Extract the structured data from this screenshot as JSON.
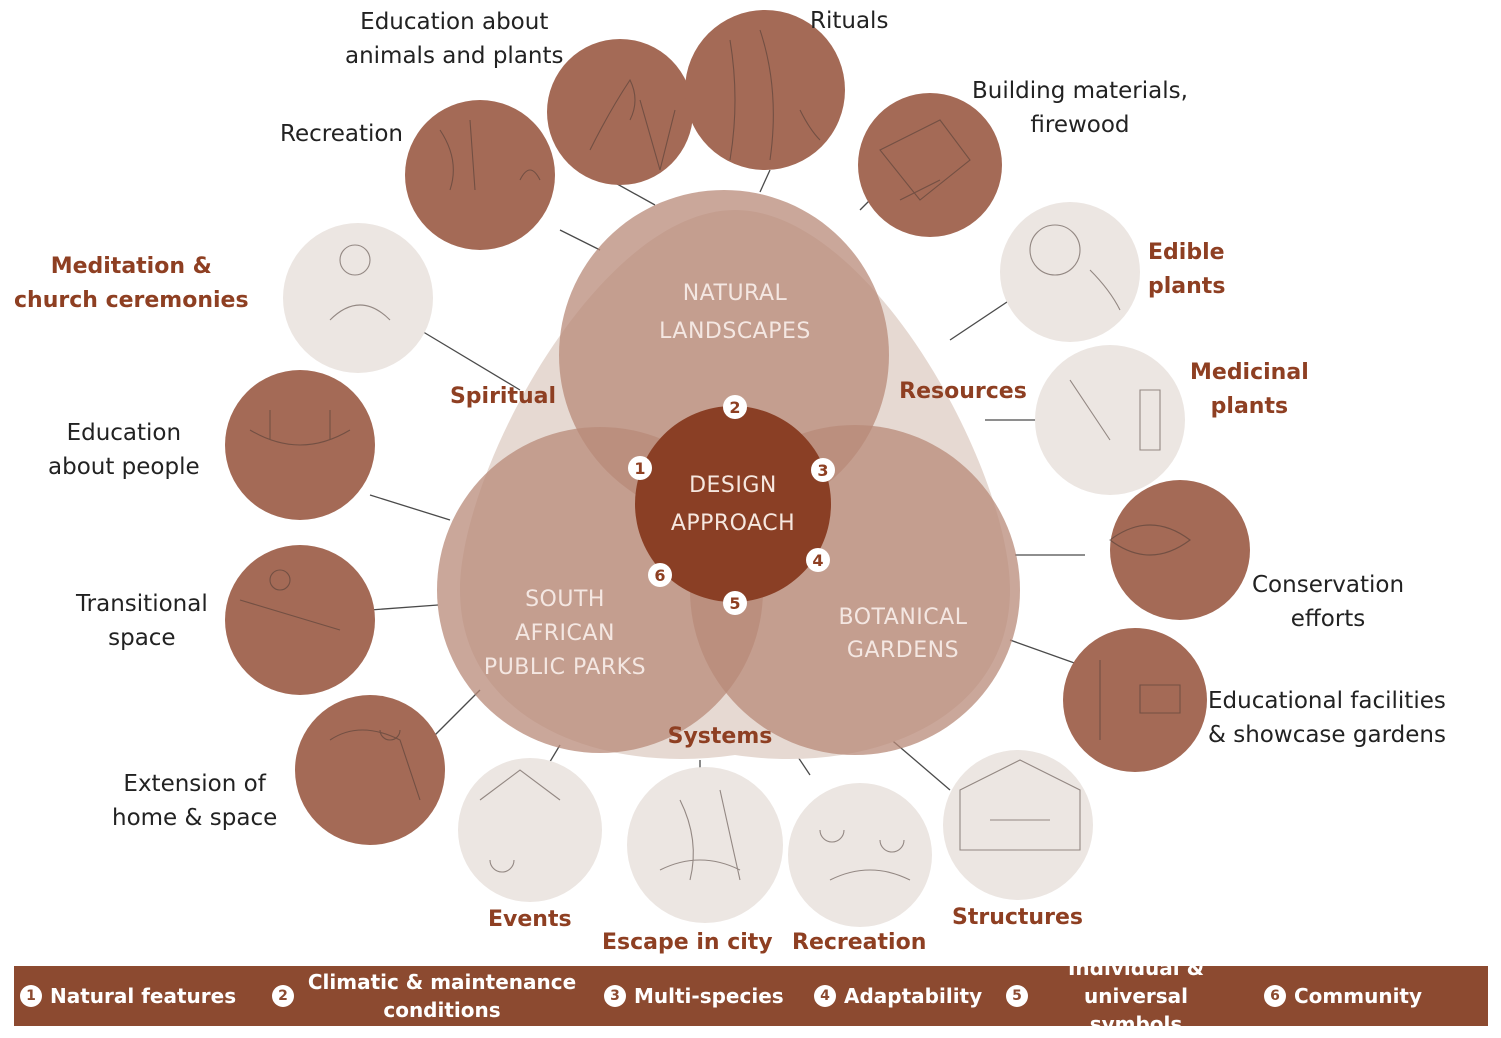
{
  "center": {
    "line1": "DESIGN",
    "line2": "APPROACH",
    "numbers": [
      "1",
      "2",
      "3",
      "4",
      "5",
      "6"
    ]
  },
  "circles": {
    "top": [
      "NATURAL",
      "LANDSCAPES"
    ],
    "left": [
      "SOUTH",
      "AFRICAN",
      "PUBLIC PARKS"
    ],
    "right": [
      "BOTANICAL",
      "GARDENS"
    ]
  },
  "categories": {
    "spiritual": "Spiritual",
    "resources": "Resources",
    "systems": "Systems"
  },
  "labels": {
    "education_animals": [
      "Education about",
      "animals and plants"
    ],
    "rituals": "Rituals",
    "building": [
      "Building materials,",
      "firewood"
    ],
    "recreation_top": "Recreation",
    "meditation": [
      "Meditation &",
      "church ceremonies"
    ],
    "edible": [
      "Edible",
      "plants"
    ],
    "medicinal": [
      "Medicinal",
      "plants"
    ],
    "education_people": [
      "Education",
      "about people"
    ],
    "conservation": [
      "Conservation",
      "efforts"
    ],
    "transitional": [
      "Transitional",
      "space"
    ],
    "educational_facilities": [
      "Educational facilities",
      "& showcase gardens"
    ],
    "extension": [
      "Extension of",
      "home & space"
    ],
    "events": "Events",
    "escape": "Escape in city",
    "recreation_bottom": "Recreation",
    "structures": "Structures"
  },
  "legend": [
    {
      "num": "1",
      "text": "Natural features"
    },
    {
      "num": "2",
      "text": "Climatic & maintenance conditions"
    },
    {
      "num": "3",
      "text": "Multi-species"
    },
    {
      "num": "4",
      "text": "Adaptability"
    },
    {
      "num": "5",
      "text": "Individual & universal symbols"
    },
    {
      "num": "6",
      "text": "Community"
    }
  ],
  "colors": {
    "dark_brown": "#8c4a30",
    "medium_brown": "#a86b55",
    "light_beige": "#e3d6cf",
    "accent_text": "#8e3f22"
  }
}
